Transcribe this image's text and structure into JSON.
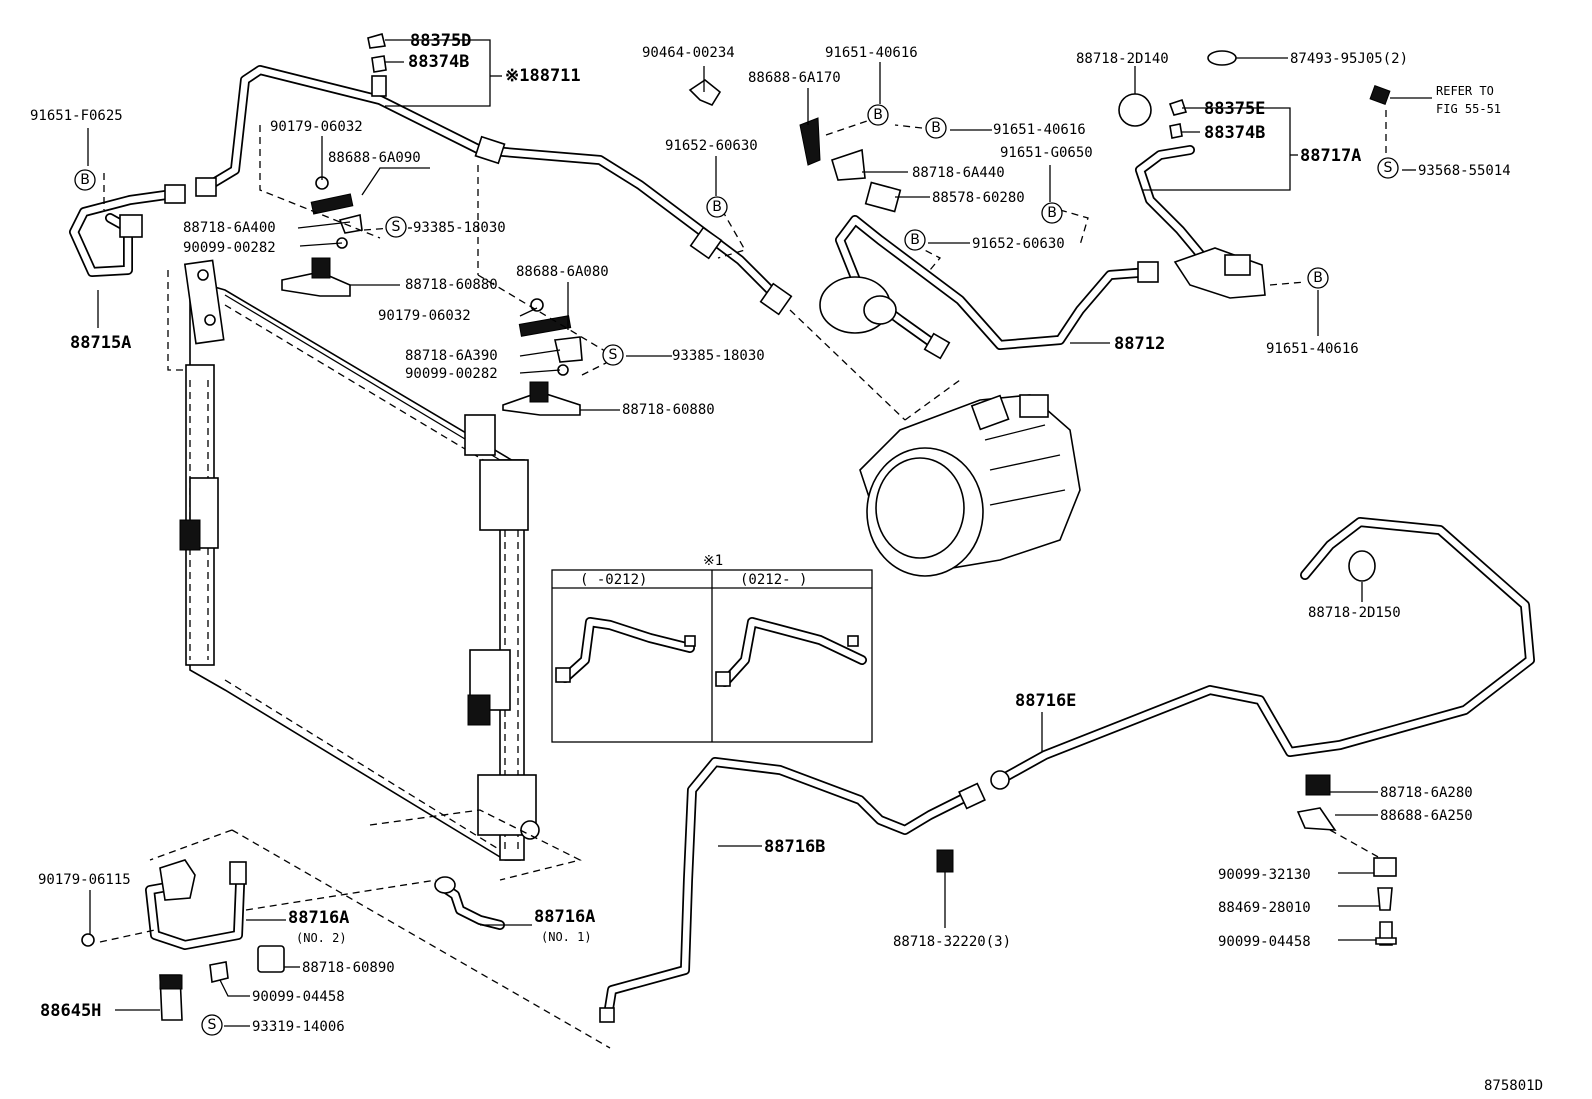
{
  "diagram_code": "875801D",
  "markers": {
    "b": "B",
    "s": "S"
  },
  "inset": {
    "title": "※1",
    "left_header": "(    -0212)",
    "right_header": "(0212-     )"
  },
  "labels": {
    "p88375D": "88375D",
    "p88374B_top": "88374B",
    "p88711": "※188711",
    "p91651F0625": "91651-F0625",
    "p90179_06032_a": "90179-06032",
    "p88688_6A090": "88688-6A090",
    "p88718_6A400": "88718-6A400",
    "p90099_00282_a": "90099-00282",
    "p93385_18030_a": "93385-18030",
    "p88718_60880_a": "88718-60880",
    "p88688_6A080": "88688-6A080",
    "p90179_06032_b": "90179-06032",
    "p88718_6A390": "88718-6A390",
    "p93385_18030_b": "93385-18030",
    "p90099_00282_b": "90099-00282",
    "p88718_60880_b": "88718-60880",
    "p88715A": "88715A",
    "p90464_00234": "90464-00234",
    "p91651_40616_a": "91651-40616",
    "p88688_6A170": "88688-6A170",
    "p91651_40616_b": "91651-40616",
    "p91652_60630_a": "91652-60630",
    "p88718_6A440": "88718-6A440",
    "p91651_G0650": "91651-G0650",
    "p88578_60280": "88578-60280",
    "p91652_60630_b": "91652-60630",
    "p88712": "88712",
    "p88718_2D140": "88718-2D140",
    "p87493_95J05": "87493-95J05(2)",
    "p88375E": "88375E",
    "p88374B_right": "88374B",
    "p88717A": "88717A",
    "refer_line1": "REFER TO",
    "refer_line2": "FIG 55-51",
    "p93568_55014": "93568-55014",
    "p91651_40616_c": "91651-40616",
    "p88718_2D150": "88718-2D150",
    "p88716E": "88716E",
    "p88716B": "88716B",
    "p88718_6A280": "88718-6A280",
    "p88688_6A250": "88688-6A250",
    "p90099_32130": "90099-32130",
    "p88469_28010": "88469-28010",
    "p90099_04458_right": "90099-04458",
    "p88718_32220": "88718-32220(3)",
    "p90179_06115": "90179-06115",
    "p88716A_no2": "88716A",
    "no2": "(NO. 2)",
    "p88716A_no1": "88716A",
    "no1": "(NO. 1)",
    "p88718_60890": "88718-60890",
    "p90099_04458_left": "90099-04458",
    "p88645H": "88645H",
    "p93319_14006": "93319-14006"
  }
}
